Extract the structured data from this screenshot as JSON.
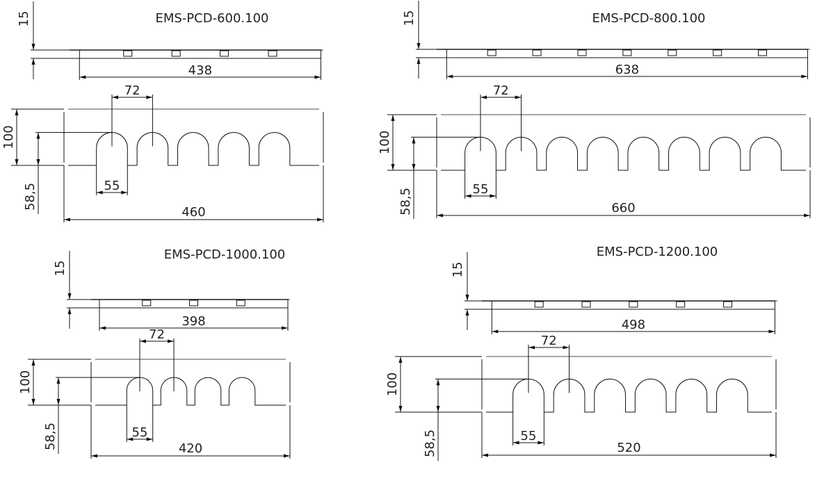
{
  "panels": [
    {
      "title": "EMS-PCD-600.100",
      "height_top": "15",
      "top_width": "438",
      "pitch": "72",
      "plate_height": "100",
      "slot_depth": "58,5",
      "slot_width": "55",
      "plate_width": "460",
      "slot_count": 5
    },
    {
      "title": "EMS-PCD-800.100",
      "height_top": "15",
      "top_width": "638",
      "pitch": "72",
      "plate_height": "100",
      "slot_depth": "58,5",
      "slot_width": "55",
      "plate_width": "660",
      "slot_count": 8
    },
    {
      "title": "EMS-PCD-1000.100",
      "height_top": "15",
      "top_width": "398",
      "pitch": "72",
      "plate_height": "100",
      "slot_depth": "58,5",
      "slot_width": "55",
      "plate_width": "420",
      "slot_count": 4
    },
    {
      "title": "EMS-PCD-1200.100",
      "height_top": "15",
      "top_width": "498",
      "pitch": "72",
      "plate_height": "100",
      "slot_depth": "58,5",
      "slot_width": "55",
      "plate_width": "520",
      "slot_count": 6
    }
  ]
}
